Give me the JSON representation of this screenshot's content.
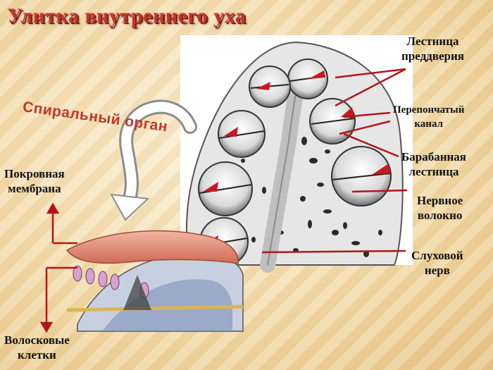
{
  "title": "Улитка внутреннего уха",
  "spiral_organ": "Спиральный орган",
  "labels": {
    "scala_vestibuli_1": "Лестница",
    "scala_vestibuli_2": "преддверия",
    "membranous_canal_1": "Перепончатый",
    "membranous_canal_2": "канал",
    "scala_tympani_1": "Барабанная",
    "scala_tympani_2": "лестница",
    "nerve_fiber_1": "Нервное",
    "nerve_fiber_2": "волокно",
    "auditory_nerve_1": "Слуховой",
    "auditory_nerve_2": "нерв",
    "tectorial_1": "Покровная",
    "tectorial_2": "мембрана",
    "hair_cells_1": "Волосковые",
    "hair_cells_2": "клетки"
  },
  "colors": {
    "title": "#c2372b",
    "pointer_lines": "#b3141c",
    "membrane": "#e58e76"
  }
}
